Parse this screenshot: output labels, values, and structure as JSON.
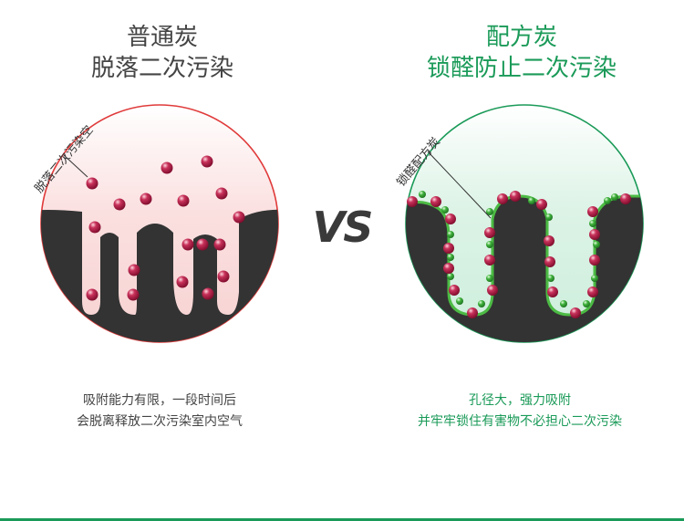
{
  "left": {
    "title_line1": "普通炭",
    "title_line2": "脱落二次污染",
    "annotation": "脱落二次污染空",
    "caption_line1": "吸附能力有限，一段时间后",
    "caption_line2": "会脱离释放二次污染室内空气",
    "ring_color": "#e03a3a"
  },
  "vs_label": "VS",
  "right": {
    "title_line1": "配方炭",
    "title_line2": "锁醛防止二次污染",
    "annotation": "锁醛配方炭",
    "caption_line1": "孔径大，强力吸附",
    "caption_line2": "并牢牢锁住有害物不必担心二次污染",
    "ring_color": "#1a9a58"
  },
  "colors": {
    "carbon": "#333333",
    "pollutant": "#b0204a",
    "formula_particle": "#2fa030",
    "accent_green": "#1a9a58"
  }
}
